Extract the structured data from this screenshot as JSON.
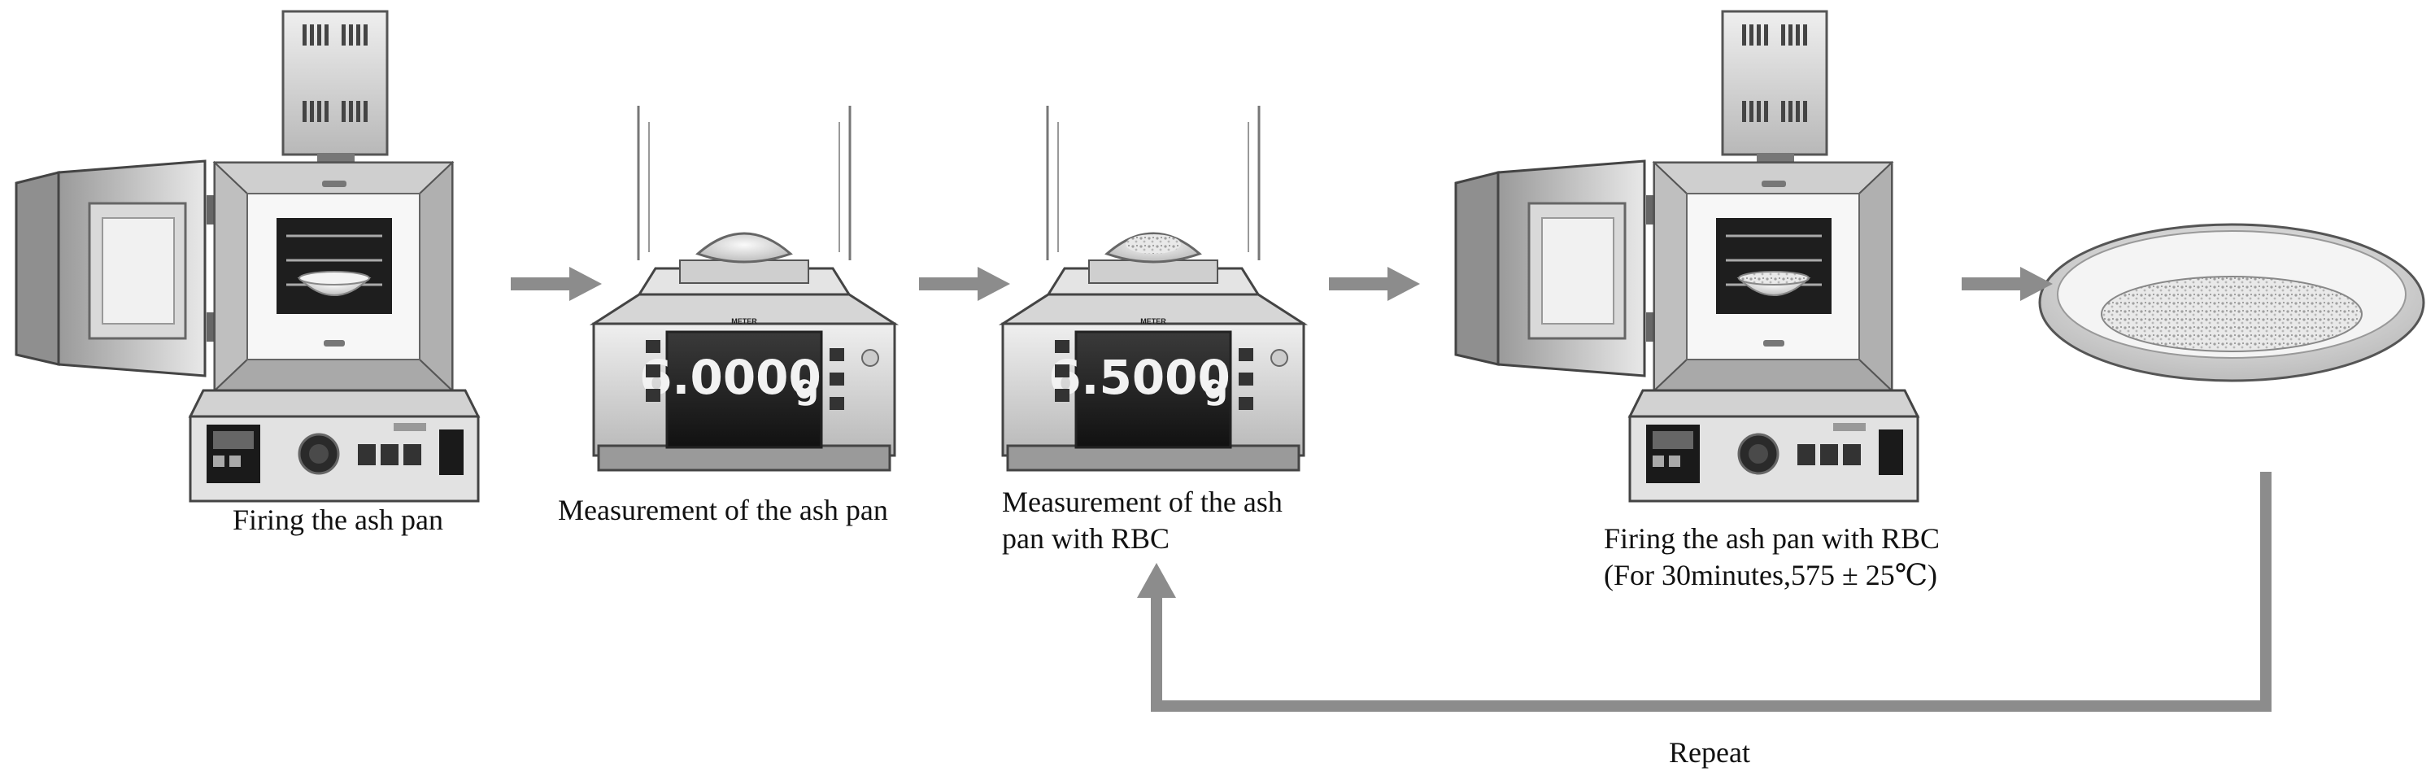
{
  "steps": [
    {
      "label": "Firing the ash pan"
    },
    {
      "label": "Measurement of the ash pan",
      "reading": "6.0000",
      "unit": "g",
      "brand": "METER"
    },
    {
      "label_line1": "Measurement of the ash",
      "label_line2": "pan with RBC",
      "reading": "6.5000",
      "unit": "g",
      "brand": "METER"
    },
    {
      "label_line1": "Firing the ash pan with RBC",
      "label_line2": "(For 30minutes,575 ± 25℃)"
    },
    {
      "label": ""
    }
  ],
  "loop_label": "Repeat",
  "colors": {
    "arrow": "#8c8c8c",
    "metal_dark": "#4a4a4a",
    "metal_light": "#d9d9d9",
    "panel": "#e6e6e6"
  }
}
